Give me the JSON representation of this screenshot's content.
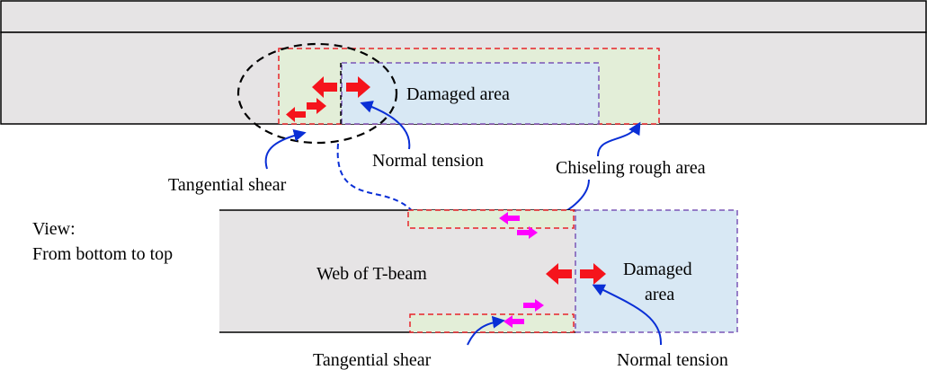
{
  "labels": {
    "damaged_area_top": "Damaged area",
    "normal_tension_top": "Normal tension",
    "chiseling_rough_area": "Chiseling rough area",
    "tangential_shear_top": "Tangential shear",
    "view_line1": "View:",
    "view_line2": "From bottom to top",
    "web_of_t_beam": "Web of T-beam",
    "damaged_area_bottom_line1": "Damaged",
    "damaged_area_bottom_line2": "area",
    "tangential_shear_bottom": "Tangential shear",
    "normal_tension_bottom": "Normal tension"
  },
  "colors": {
    "beam_fill": "#e6e4e5",
    "rough_fill": "#e3eed8",
    "damaged_fill": "#d8e8f4",
    "red_dashed": "#e8232a",
    "purple_dashed": "#7a56b6",
    "red_arrow": "#f5141c",
    "magenta_arrow": "#ff00ff",
    "blue_pointer": "#0a2fd6",
    "black": "#000000"
  },
  "icons": {
    "tension_arrow": "double-arrow-icon",
    "shear_arrow": "shear-arrow-icon",
    "pointer": "curved-pointer-icon"
  }
}
